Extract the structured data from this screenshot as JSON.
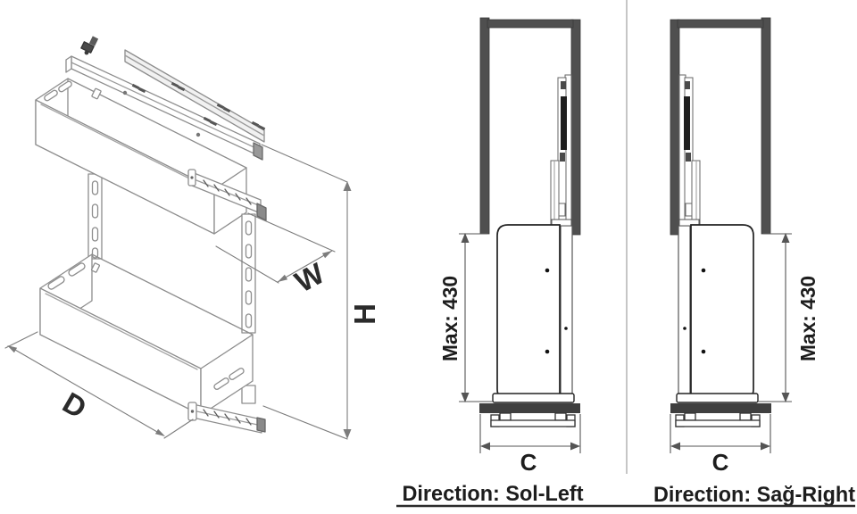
{
  "figure": {
    "isometric": {
      "label_w": "W",
      "label_h": "H",
      "label_d": "D"
    },
    "left_view": {
      "max_label": "Max: 430",
      "c_label": "C",
      "direction": "Direction: Sol-Left"
    },
    "right_view": {
      "max_label": "Max: 430",
      "c_label": "C",
      "direction": "Direction: Sağ-Right"
    },
    "colors": {
      "frame": "#4f4f4f",
      "base": "#3f3f3f",
      "line": "#8d8d8d",
      "dim": "#7c7c7c",
      "text": "#1d1d1d"
    }
  }
}
